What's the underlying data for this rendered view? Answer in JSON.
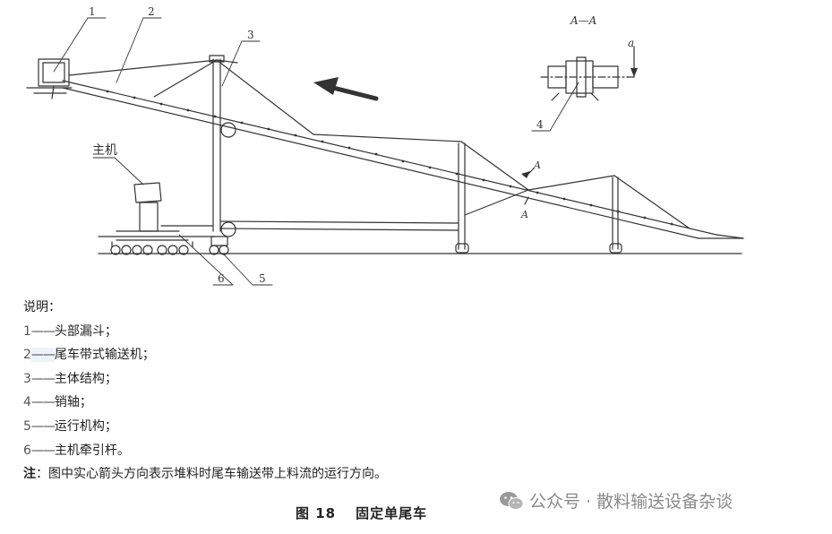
{
  "drawing": {
    "callouts": [
      "1",
      "2",
      "3",
      "4",
      "5",
      "6"
    ],
    "host_label": "主机",
    "section_title": "A—A",
    "section_mark": "A",
    "dim_label": "a"
  },
  "legend": {
    "heading": "说明：",
    "dash": "——",
    "items": [
      {
        "num": "1",
        "text": "头部漏斗；"
      },
      {
        "num": "2",
        "text": "尾车带式输送机；"
      },
      {
        "num": "3",
        "text": "主体结构；"
      },
      {
        "num": "4",
        "text": "销轴；"
      },
      {
        "num": "5",
        "text": "运行机构；"
      },
      {
        "num": "6",
        "text": "主机牵引杆。"
      }
    ],
    "note_label": "注",
    "note_text": "：图中实心箭头方向表示堆料时尾车输送带上料流的运行方向。"
  },
  "caption": {
    "fig_no": "图 18",
    "title": "固定单尾车"
  },
  "watermark": {
    "text": "公众号 · 散料输送设备杂谈",
    "icon": "wechat-icon"
  },
  "colors": {
    "line": "#333333",
    "text": "#222222",
    "watermark": "#8a8a8a"
  }
}
